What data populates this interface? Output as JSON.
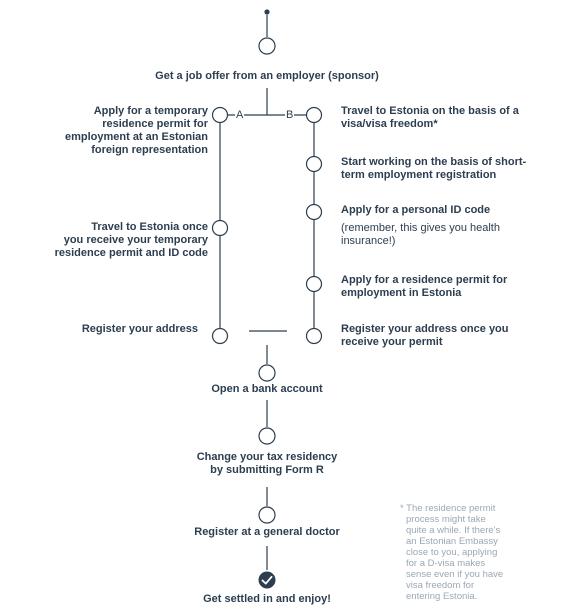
{
  "start": {
    "label": "Get a job offer from an employer (sponsor)"
  },
  "branches": {
    "a": "A",
    "b": "B"
  },
  "left_column": {
    "apply_temp": [
      "Apply for a temporary",
      "residence permit for",
      "employment at an Estonian",
      "foreign representation"
    ],
    "travel": [
      "Travel to Estonia once",
      "you receive your temporary",
      "residence permit and ID code"
    ],
    "register_address": "Register your address"
  },
  "right_column": {
    "travel_visa": [
      "Travel to Estonia on the basis of a",
      "visa/visa freedom*"
    ],
    "start_working": [
      "Start working on the basis of short-",
      "term employment registration"
    ],
    "personal_id": "Apply for a personal ID code",
    "personal_id_note": [
      "(remember, this gives you health",
      "insurance!)"
    ],
    "apply_residence": [
      "Apply for a residence permit for",
      "employment in Estonia"
    ],
    "register_address": [
      "Register your address once you",
      "receive your permit"
    ]
  },
  "bottom_steps": {
    "bank": "Open a bank account",
    "tax": [
      "Change your tax residency",
      "by submitting Form R"
    ],
    "doctor": "Register at a general doctor",
    "settled": "Get settled in and enjoy!"
  },
  "footnote": [
    "* The residence permit",
    "process might take",
    "quite a while. If there's",
    "an Estonian Embassy",
    "close to you, applying",
    "for a D-visa makes",
    "sense even if you have",
    "visa freedom for",
    "entering Estonia."
  ],
  "colors": {
    "line": "#2c3e50",
    "node_fill": "#ffffff",
    "check_fill": "#2c3e50",
    "text": "#2c3e50",
    "note": "#9aa8b4"
  },
  "icons": {
    "final": "check-icon",
    "start": "start-dot-icon"
  }
}
